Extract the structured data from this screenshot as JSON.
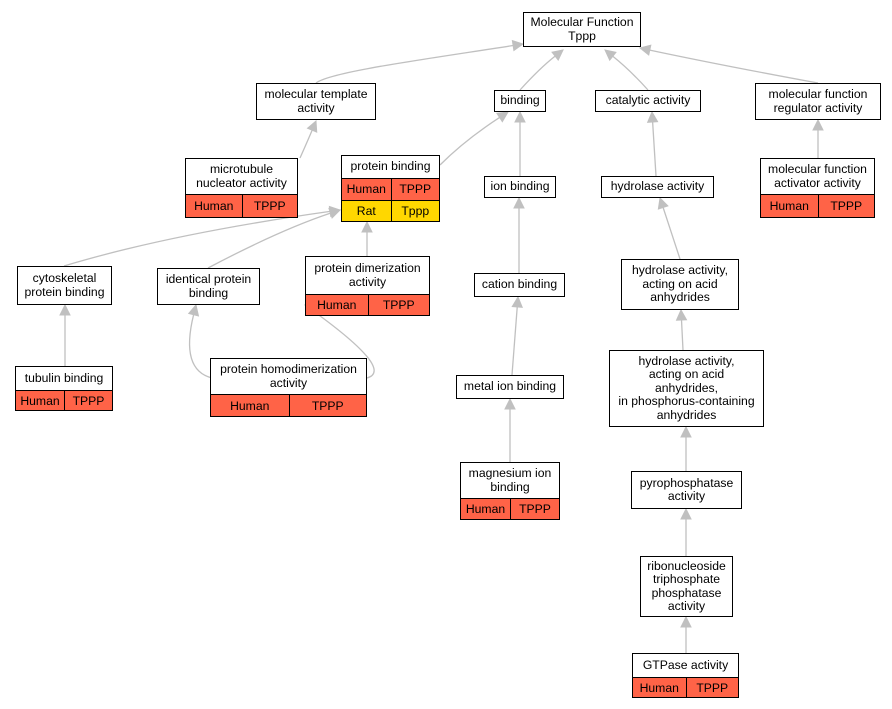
{
  "colors": {
    "human": "#ff6347",
    "rat": "#ffd700",
    "edge": "#c0c0c0",
    "border": "#000000"
  },
  "nodes": [
    {
      "id": "mf",
      "label": "Molecular Function\nTppp"
    },
    {
      "id": "mta",
      "label": "molecular template\nactivity"
    },
    {
      "id": "bind",
      "label": "binding"
    },
    {
      "id": "cat",
      "label": "catalytic activity"
    },
    {
      "id": "mfr",
      "label": "molecular function\nregulator activity"
    },
    {
      "id": "mna",
      "label": "microtubule\nnucleator activity",
      "ann": [
        [
          "Human",
          "TPPP"
        ]
      ]
    },
    {
      "id": "pb",
      "label": "protein binding",
      "ann": [
        [
          "Human",
          "TPPP"
        ],
        [
          "Rat",
          "Tppp"
        ]
      ]
    },
    {
      "id": "ionb",
      "label": "ion binding"
    },
    {
      "id": "hyd",
      "label": "hydrolase activity"
    },
    {
      "id": "mfaa",
      "label": "molecular function\nactivator activity",
      "ann": [
        [
          "Human",
          "TPPP"
        ]
      ]
    },
    {
      "id": "cpb",
      "label": "cytoskeletal\nprotein binding"
    },
    {
      "id": "ipb",
      "label": "identical protein\nbinding"
    },
    {
      "id": "pda",
      "label": "protein dimerization\nactivity",
      "ann": [
        [
          "Human",
          "TPPP"
        ]
      ]
    },
    {
      "id": "catb",
      "label": "cation binding"
    },
    {
      "id": "hyda",
      "label": "hydrolase activity,\nacting on acid\nanhydrides"
    },
    {
      "id": "tub",
      "label": "tubulin binding",
      "ann": [
        [
          "Human",
          "TPPP"
        ]
      ]
    },
    {
      "id": "phda",
      "label": "protein homodimerization\nactivity",
      "ann": [
        [
          "Human",
          "TPPP"
        ]
      ]
    },
    {
      "id": "metb",
      "label": "metal ion binding"
    },
    {
      "id": "hydp",
      "label": "hydrolase activity,\nacting on acid\nanhydrides,\nin phosphorus-containing\nanhydrides"
    },
    {
      "id": "mgb",
      "label": "magnesium ion\nbinding",
      "ann": [
        [
          "Human",
          "TPPP"
        ]
      ]
    },
    {
      "id": "ppa",
      "label": "pyrophosphatase\nactivity"
    },
    {
      "id": "rtpa",
      "label": "ribonucleoside\ntriphosphate\nphosphatase\nactivity"
    },
    {
      "id": "gtp",
      "label": "GTPase activity",
      "ann": [
        [
          "Human",
          "TPPP"
        ]
      ]
    }
  ],
  "edges": [
    [
      "mta",
      "mf"
    ],
    [
      "bind",
      "mf"
    ],
    [
      "cat",
      "mf"
    ],
    [
      "mfr",
      "mf"
    ],
    [
      "mna",
      "mta"
    ],
    [
      "pb",
      "bind"
    ],
    [
      "ionb",
      "bind"
    ],
    [
      "hyd",
      "cat"
    ],
    [
      "mfaa",
      "mfr"
    ],
    [
      "cpb",
      "pb"
    ],
    [
      "ipb",
      "pb"
    ],
    [
      "pda",
      "pb"
    ],
    [
      "catb",
      "ionb"
    ],
    [
      "hyda",
      "hyd"
    ],
    [
      "tub",
      "cpb"
    ],
    [
      "phda",
      "ipb"
    ],
    [
      "phda",
      "pda"
    ],
    [
      "metb",
      "catb"
    ],
    [
      "hydp",
      "hyda"
    ],
    [
      "mgb",
      "metb"
    ],
    [
      "ppa",
      "hydp"
    ],
    [
      "rtpa",
      "ppa"
    ],
    [
      "gtp",
      "rtpa"
    ]
  ]
}
